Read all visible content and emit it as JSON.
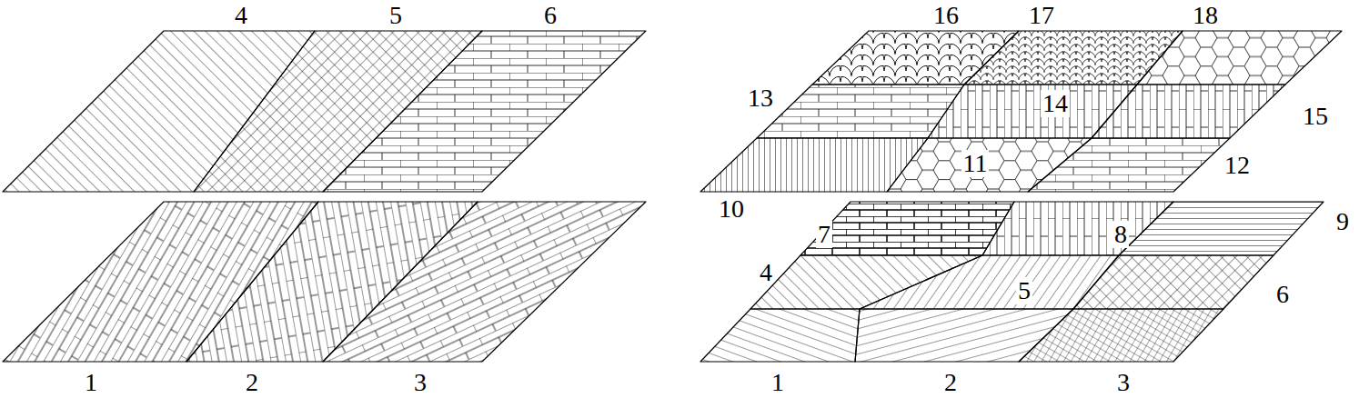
{
  "diagram": {
    "labels": [
      "4",
      "5",
      "6",
      "1",
      "2",
      "3",
      "16",
      "17",
      "18",
      "13",
      "14",
      "15",
      "10",
      "11",
      "12",
      "7",
      "8",
      "9",
      "4",
      "5",
      "6",
      "1",
      "2",
      "3"
    ]
  }
}
